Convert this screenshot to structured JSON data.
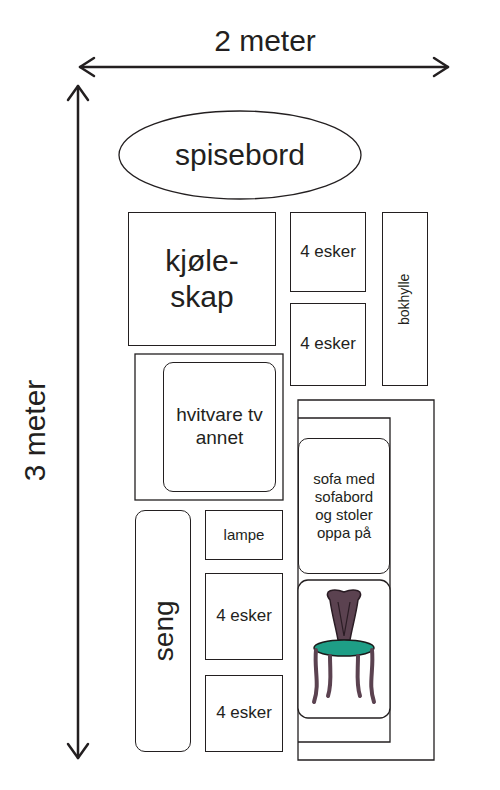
{
  "diagram": {
    "nodes": [
      {
        "text": [
          "spisebord"
        ]
      },
      {
        "text": [
          "kjøle- skap"
        ]
      },
      {
        "text": [
          "4 esker"
        ]
      },
      {
        "text": [
          "bokhylle"
        ]
      },
      {
        "text": [
          "4 esker"
        ]
      },
      {
        "text": [
          "hvitvare tv annet"
        ]
      },
      {
        "text": [
          "sofa med sofabord og stoler oppa på"
        ]
      },
      {
        "text": [
          "seng"
        ]
      },
      {
        "text": [
          "lampe"
        ]
      },
      {
        "text": [
          "4 esker"
        ]
      },
      {
        "text": [
          "4 esker"
        ]
      }
    ],
    "labels": [
      "2 meter",
      "3 meter"
    ]
  }
}
